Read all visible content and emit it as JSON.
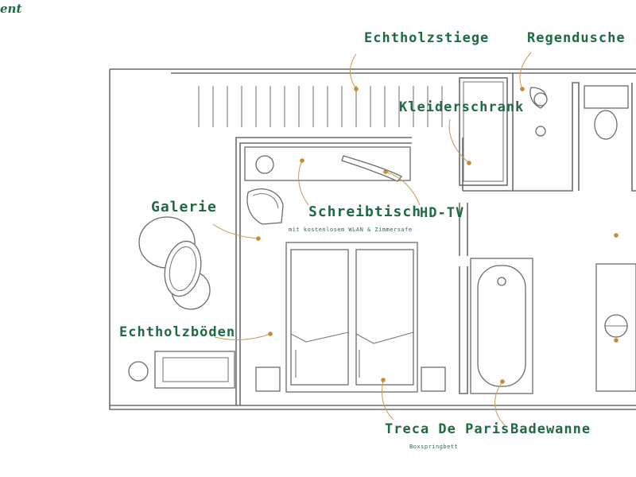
{
  "corner_text": "ent",
  "labels": {
    "echtholzstiege": "Echtholzstiege",
    "regendusche": "Regendusche",
    "kleiderschrank": "Kleiderschrank",
    "galerie": "Galerie",
    "schreibtisch": "Schreibtisch",
    "schreibtisch_sub": "mit kostenlosem WLAN & Zimmersafe",
    "hd_tv": "HD-TV",
    "echtholzboeden": "Echtholzböden",
    "treca": "Treca De Paris",
    "treca_sub": "Boxspringbett",
    "badewanne": "Badewanne"
  },
  "colors": {
    "label": "#1f6a43",
    "leader": "#c59a56",
    "marker": "#c98a36",
    "line": "#6b6b6b"
  }
}
